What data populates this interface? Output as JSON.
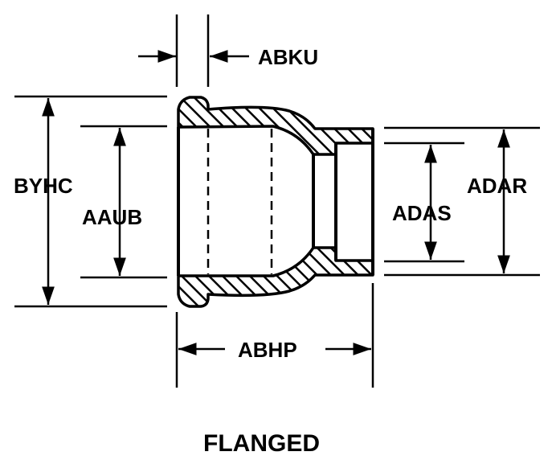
{
  "diagram": {
    "title": "FLANGED",
    "dimensions": {
      "abku": "ABKU",
      "byhc": "BYHC",
      "aaub": "AAUB",
      "adas": "ADAS",
      "adar": "ADAR",
      "abhp": "ABHP"
    }
  }
}
